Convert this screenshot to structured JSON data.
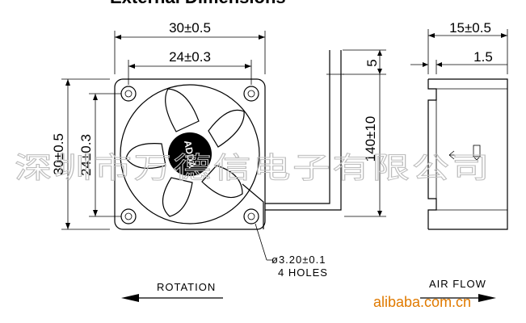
{
  "title": "External Dimensions",
  "front_view": {
    "overall_width": "30±0.5",
    "hole_spacing_width": "24±0.3",
    "overall_height": "30±0.5",
    "hole_spacing_height": "24±0.3",
    "hub_logo": "ADDA",
    "hole_note_line1": "ø3.20±0.1",
    "hole_note_line2": "4 HOLES",
    "rotation_label": "ROTATION"
  },
  "side_view": {
    "overall_depth": "15±0.5",
    "flange_thickness": "1.5",
    "wire_offset": "5",
    "wire_length": "140±10",
    "airflow_label": "AIR FLOW"
  },
  "watermark": {
    "company_text": "深圳市万德信电子有限公司",
    "site_text": "alibaba.com.cn"
  },
  "colors": {
    "line": "#000000",
    "watermark_text": "#bdbdbd",
    "watermark_site": "#e07a00",
    "hub_fill": "#000000"
  }
}
